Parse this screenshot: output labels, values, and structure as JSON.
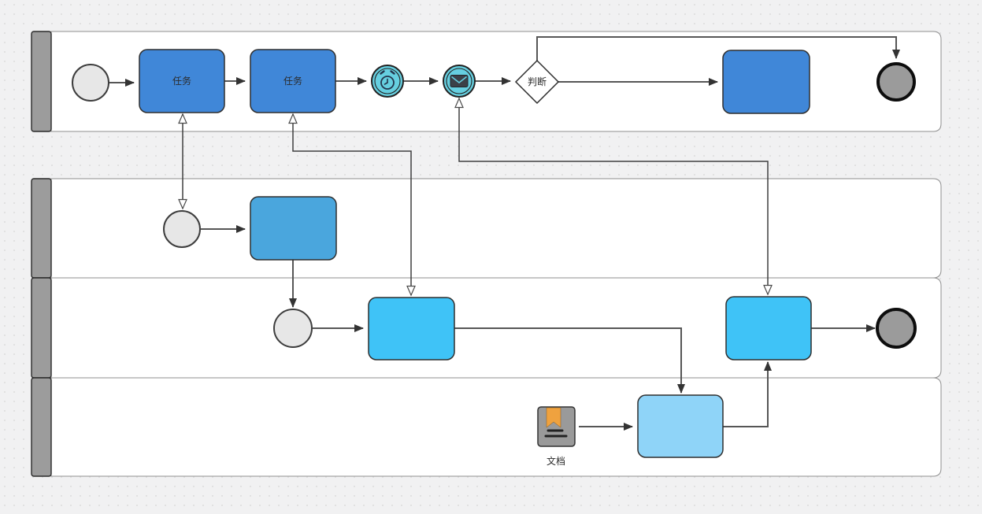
{
  "diagram": {
    "type": "bpmn-swimlane-flowchart",
    "lane_count": 4,
    "labels": {
      "task_1": "任务",
      "task_2": "任务",
      "gateway": "判断",
      "document": "文档"
    },
    "icons": [
      "timer-icon",
      "envelope-icon",
      "document-icon",
      "bookmark-icon"
    ],
    "colors": {
      "canvas_bg": "#f1f1f2",
      "lane_bg": "#ffffff",
      "lane_header": "#9c9c9c",
      "task_blue": "#4087d8",
      "subprocess_blue": "#4aa6dd",
      "cyan_task": "#3fc3f7",
      "light_blue_task": "#8fd4f8",
      "event_cyan": "#66cfe0",
      "start_event_fill": "#e7e7e7",
      "end_event_fill": "#9b9b9b",
      "document_gray": "#9a9a9a",
      "bookmark_orange": "#efa23f",
      "connector": "#565656"
    }
  }
}
